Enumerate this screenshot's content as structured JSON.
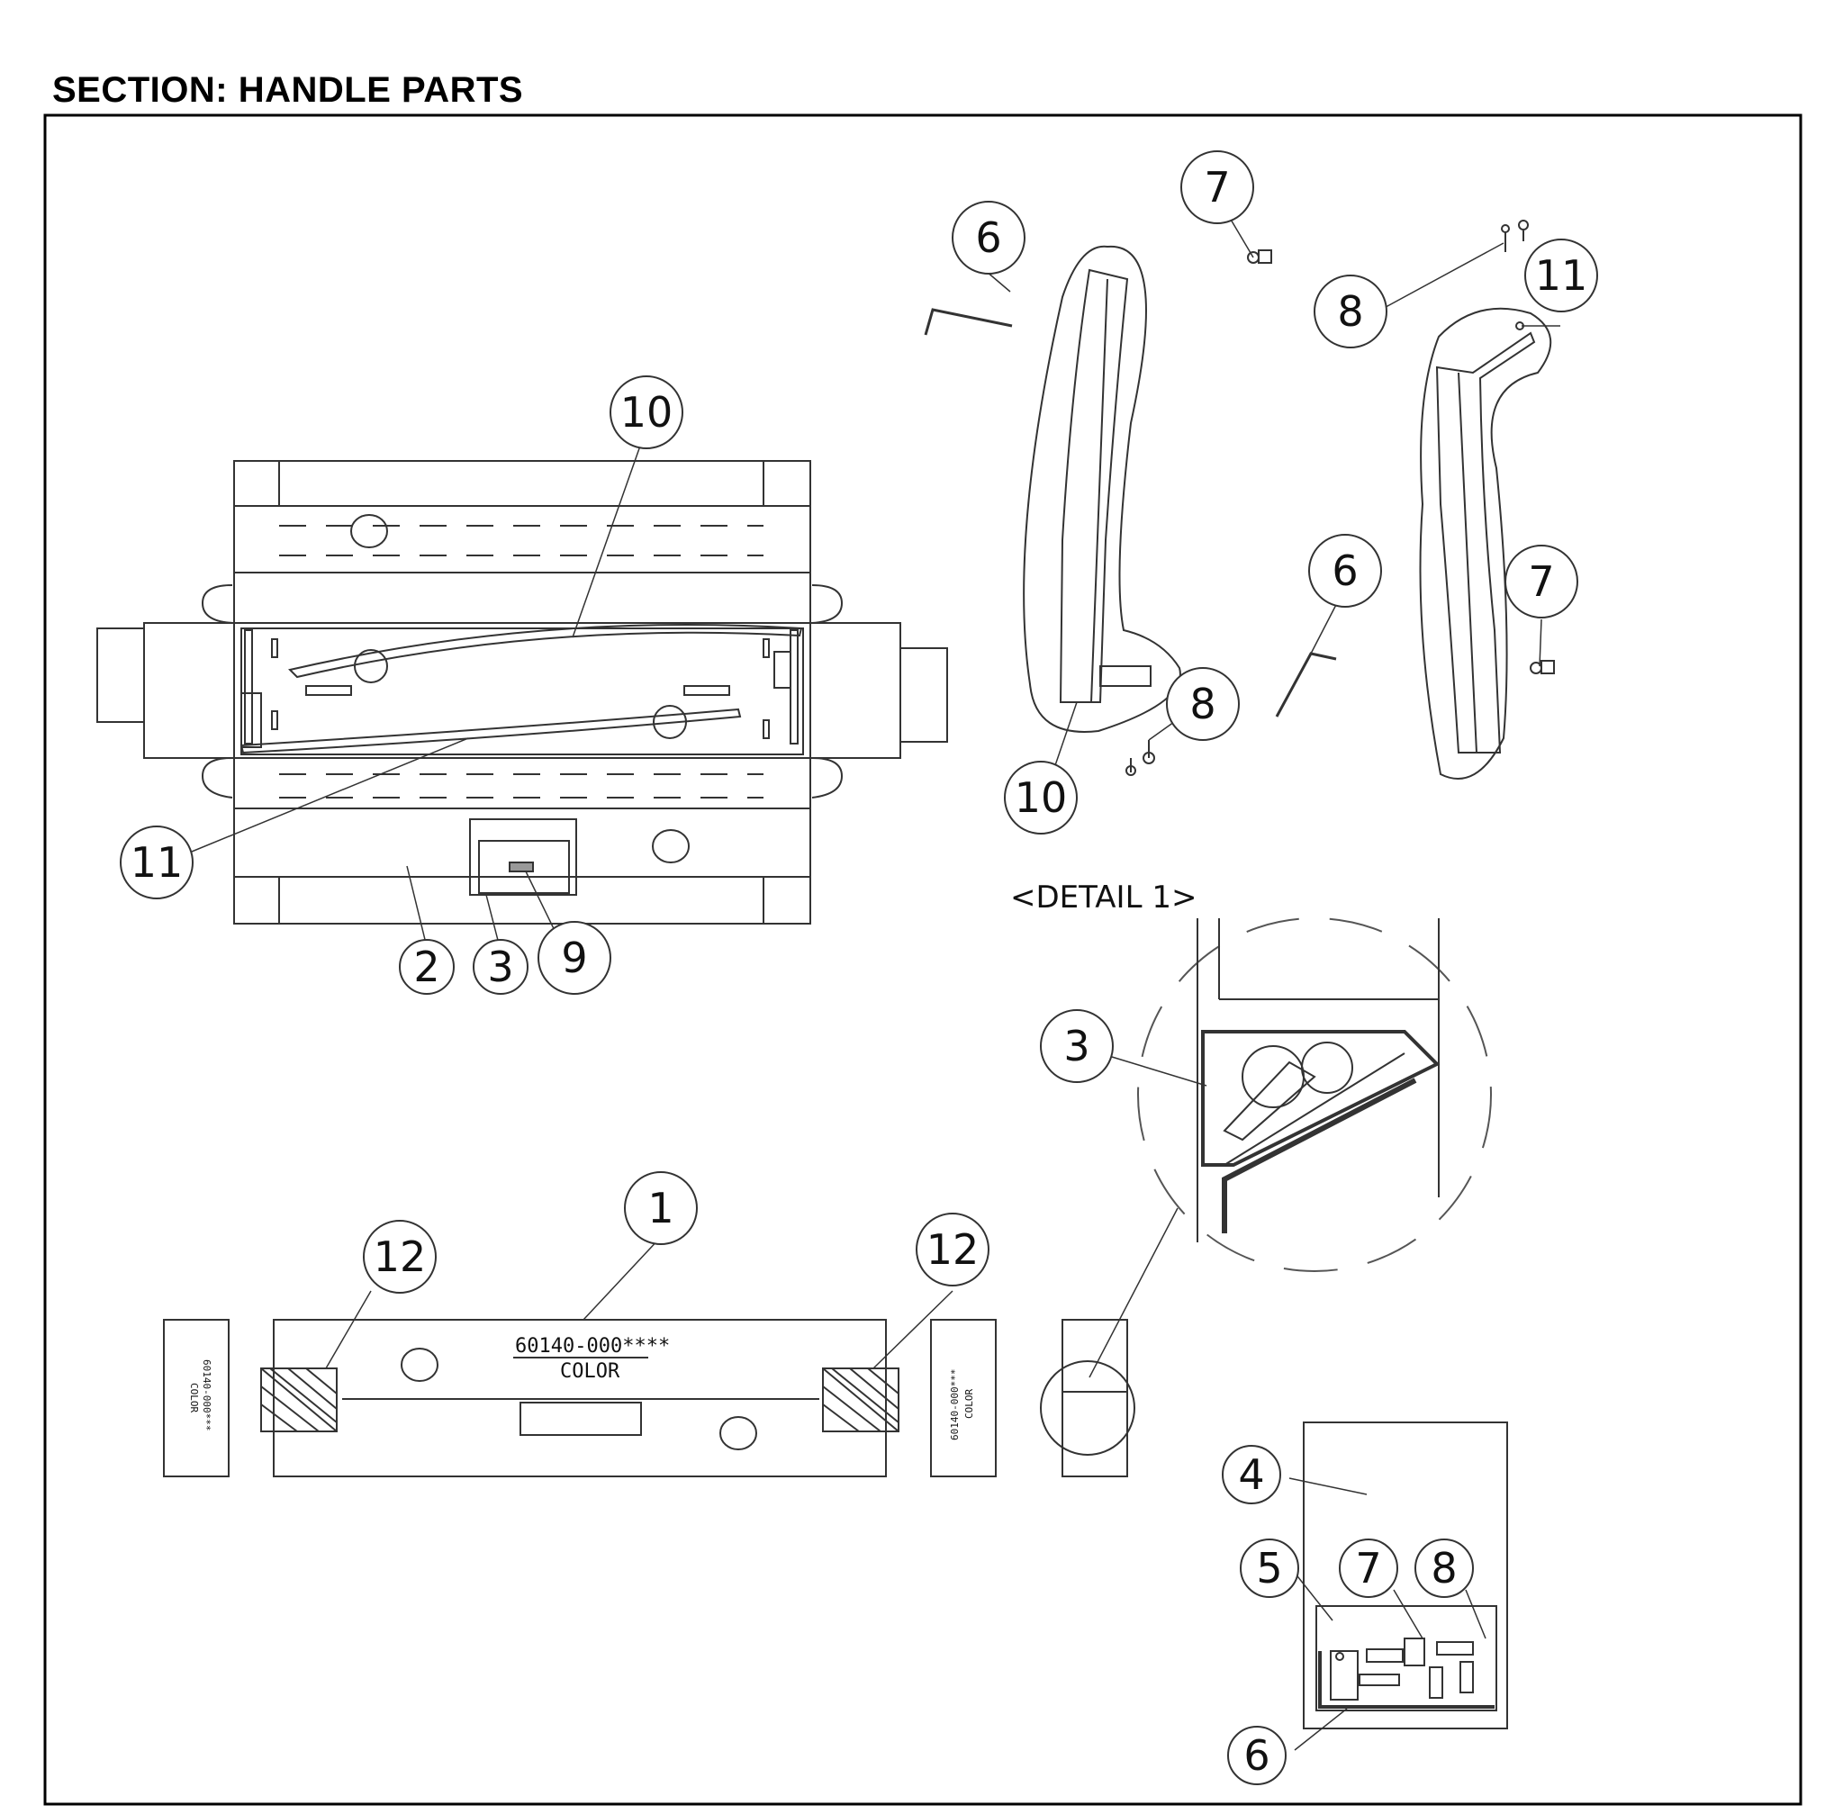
{
  "header": {
    "title": "SECTION: HANDLE PARTS"
  },
  "detail_label": "<DETAIL 1>",
  "callouts": {
    "c1": "1",
    "c2": "2",
    "c3a": "3",
    "c3b": "3",
    "c4": "4",
    "c5": "5",
    "c6a": "6",
    "c6b": "6",
    "c6c": "6",
    "c7a": "7",
    "c7b": "7",
    "c7c": "7",
    "c8a": "8",
    "c8b": "8",
    "c8c": "8",
    "c9": "9",
    "c10a": "10",
    "c10b": "10",
    "c11a": "11",
    "c11b": "11",
    "c12a": "12",
    "c12b": "12"
  },
  "box_label": {
    "part_number": "60140-000****",
    "color": "COLOR"
  },
  "side_label_left": {
    "part_number": "60140-000***",
    "color": "COLOR"
  },
  "side_label_right": {
    "part_number": "60140-000***",
    "color": "COLOR"
  }
}
